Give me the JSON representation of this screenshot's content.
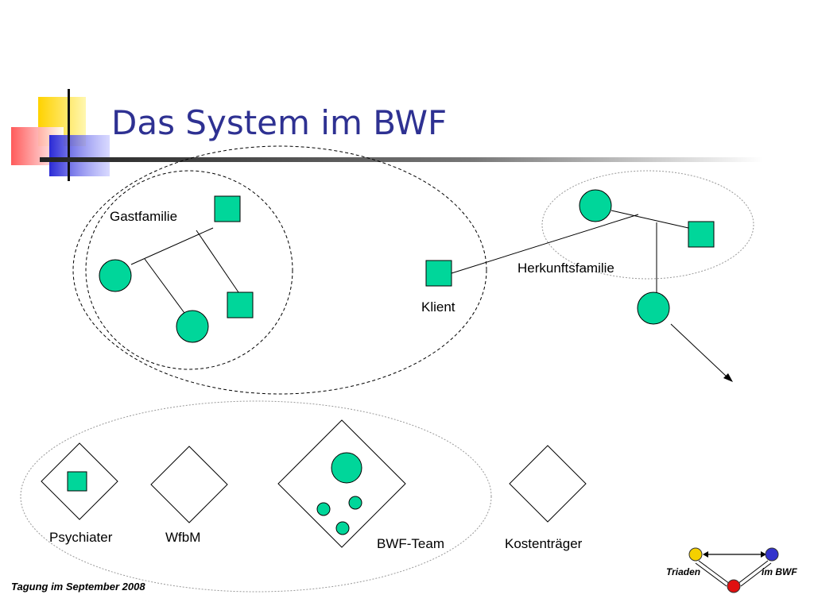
{
  "slide": {
    "title": "Das System im BWF",
    "footer": "Tagung im September 2008"
  },
  "diagram": {
    "labels": {
      "gastfamilie": "Gastfamilie",
      "herkunftsfamilie": "Herkunftsfamilie",
      "klient": "Klient",
      "psychiater": "Psychiater",
      "wfbm": "WfbM",
      "bwf_team": "BWF-Team",
      "kostentraeger": "Kostenträger"
    }
  },
  "logo": {
    "left_label": "Triaden",
    "right_label": "im BWF",
    "node_colors": [
      "#f5d000",
      "#3333cc",
      "#e01010"
    ]
  },
  "colors": {
    "title": "#2e3192",
    "node_fill": "#00d69a",
    "node_stroke": "#000000"
  }
}
